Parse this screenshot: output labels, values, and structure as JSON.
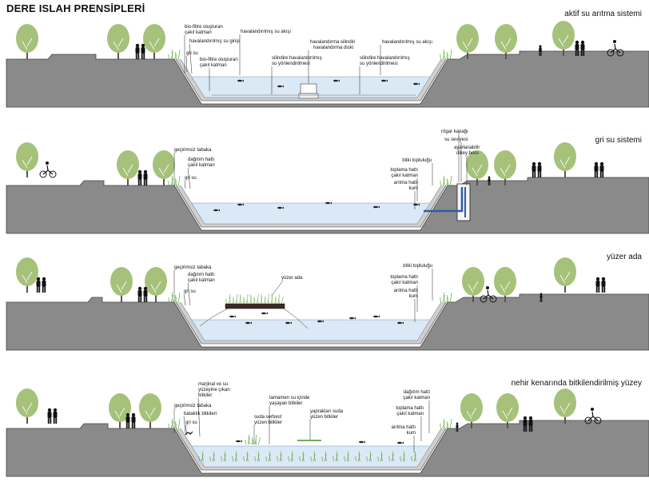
{
  "page_title": "DERE ISLAH PRENSİPLERİ",
  "sections": [
    {
      "title": "aktif su arıtma sistemi",
      "labels": [
        "bio-filtre oluşturan",
        "çakıl katman",
        "havalandırılmış su girişi",
        "gri su",
        "havalandırılmış su akışı",
        "bio-filtre oluşturan",
        "çakıl katman",
        "havalandırma silindiri",
        "havalandırma diski",
        "silindire havalandırılmış",
        "su yönlendirilmesi",
        "havalandırılmış su akışı",
        "silindire havalandırılmış",
        "su yönlendirilmesi"
      ]
    },
    {
      "title": "gri su sistemi",
      "labels": [
        "geçirimsiz tabaka",
        "dağıtım hattı",
        "çakıl katman",
        "gri su",
        "rögar kapağı",
        "su seviyesi",
        "ayarlanabilir",
        "dikey boru",
        "bitki topluluğu",
        "toplama hattı",
        "çakıl katman",
        "arıtma hattı",
        "kum"
      ]
    },
    {
      "title": "yüzer ada",
      "labels": [
        "geçirimsiz tabaka",
        "dağıtım hattı",
        "çakıl katman",
        "gri su",
        "yüzer ada",
        "bitki topluluğu",
        "toplama hattı",
        "çakıl katman",
        "arıtma hattı",
        "kum"
      ]
    },
    {
      "title": "nehir kenarında bitkilendirilmiş yüzey",
      "labels": [
        "marjinal ve su",
        "yüzeyine çıkan",
        "bitkiler",
        "geçirimsiz tabaka",
        "bataklık bitkileri",
        "gri su",
        "tamamen su içinde",
        "yaşayan bitkiler",
        "yaprakları suda",
        "yüzen bitkiler",
        "suda serbest",
        "yüzen bitkiler",
        "dağıtım hattı",
        "çakıl katman",
        "toplama hattı",
        "çakıl katman",
        "arıtma hattı",
        "kum"
      ]
    }
  ],
  "colors": {
    "ground": "#8a8a8a",
    "ground_edge": "#444444",
    "water": "#dbe8f5",
    "water_edge": "#7f97b4",
    "tree": "#a6c27a",
    "grass": "#6db04d",
    "pipe": "#2a5ea8"
  },
  "icons": [
    "tree-icon",
    "person-icon",
    "cyclist-icon",
    "fish-icon",
    "reed-icon",
    "bird-icon"
  ]
}
